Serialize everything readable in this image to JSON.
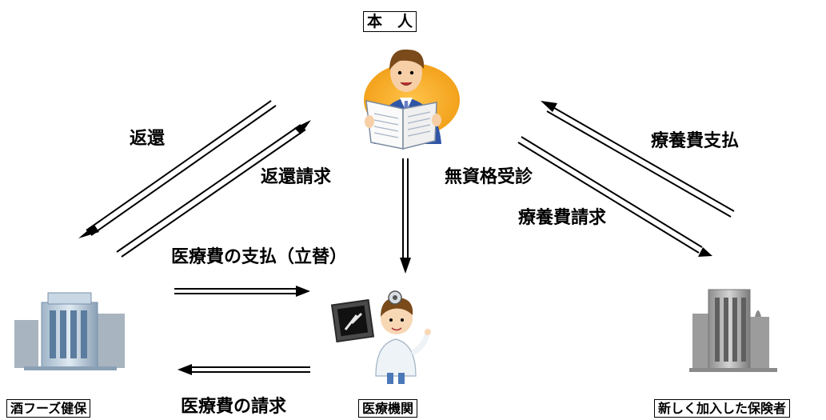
{
  "nodes": {
    "person": "本　人",
    "health_insurance": "酒フーズ健保",
    "medical_institution": "医療機関",
    "new_insurer": "新しく加入した保険者"
  },
  "flows": {
    "refund": "返還",
    "refund_request": "返還請求",
    "unqualified_visit": "無資格受診",
    "medical_payment": "医療費の支払（立替）",
    "medical_claim": "医療費の請求",
    "care_cost_payment": "療養費支払",
    "care_cost_claim": "療養費請求"
  },
  "icons": {
    "person": "person-reading-icon",
    "health_insurance": "office-building-icon",
    "medical_institution": "doctor-icon",
    "new_insurer": "city-buildings-icon"
  }
}
